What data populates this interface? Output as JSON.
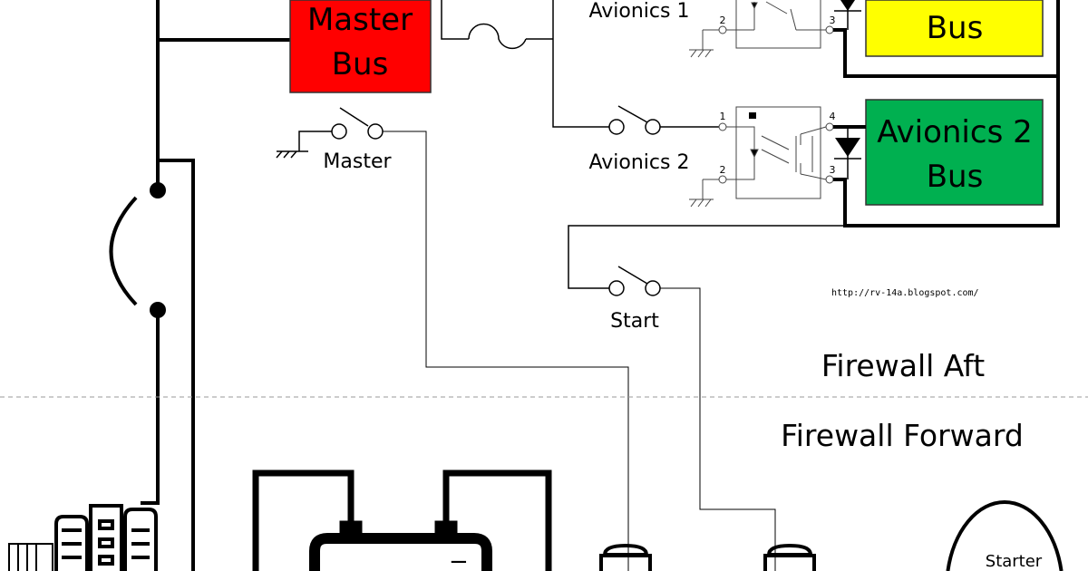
{
  "buses": {
    "master": {
      "line1": "Master",
      "line2": "Bus",
      "color": "#ff0000"
    },
    "avionics1": {
      "line2": "Bus",
      "color": "#ffff00"
    },
    "avionics2": {
      "line1": "Avionics 2",
      "line2": "Bus",
      "color": "#00b050"
    }
  },
  "switches": {
    "master": "Master",
    "avionics1": "Avionics 1",
    "avionics2": "Avionics 2",
    "start": "Start"
  },
  "relay_pins": {
    "p1": "1",
    "p2": "2",
    "p3": "3",
    "p4": "4"
  },
  "url": "http://rv-14a.blogspot.com/",
  "zones": {
    "aft": "Firewall Aft",
    "forward": "Firewall Forward"
  },
  "starter": "Starter",
  "battery_minus": "−"
}
